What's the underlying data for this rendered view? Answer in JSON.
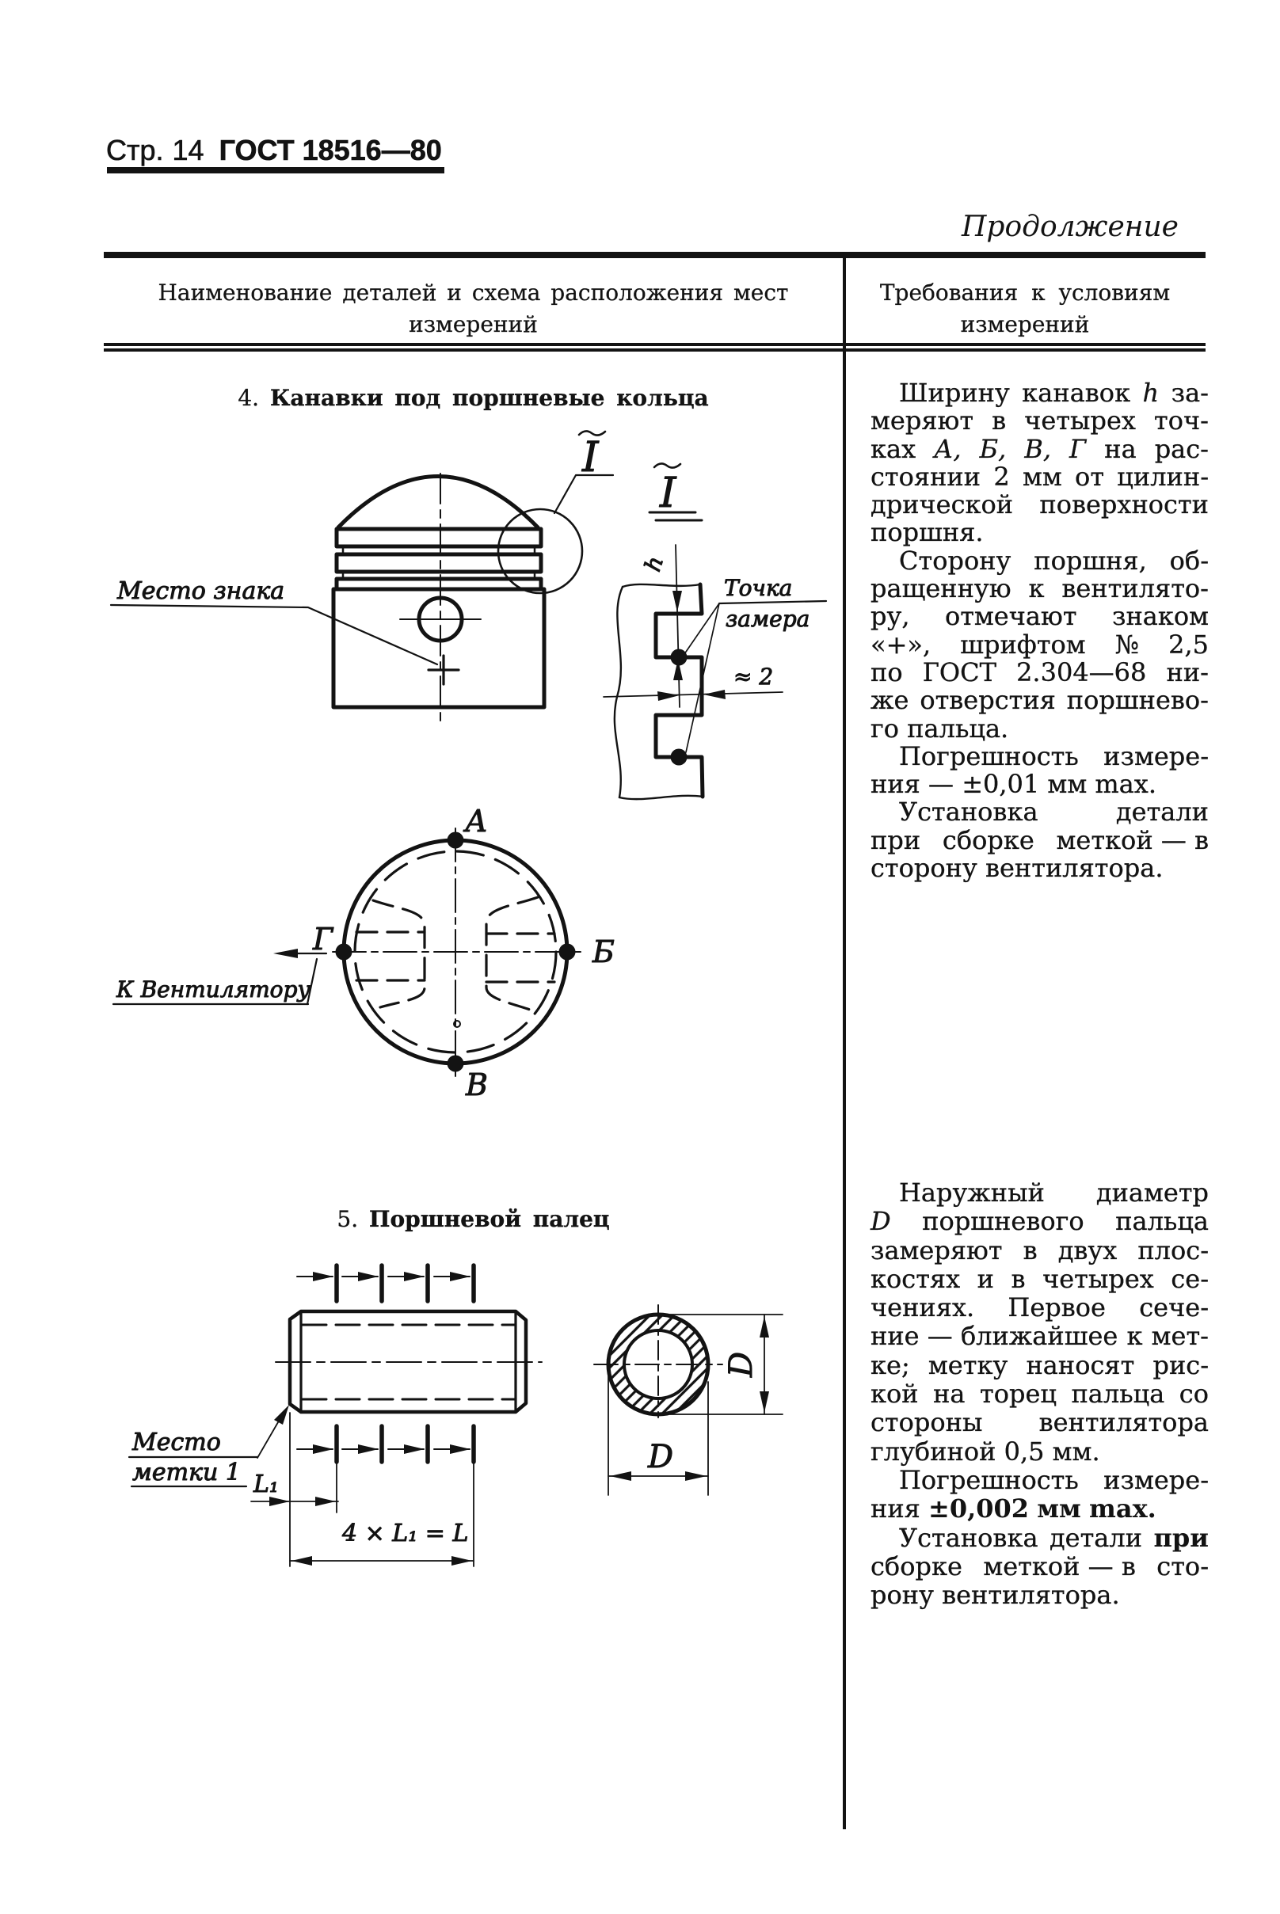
{
  "page": {
    "header_page": "Стр.",
    "header_page_num": "14",
    "header_doc": "ГОСТ 18516—80",
    "continuation": "Продолжение"
  },
  "table": {
    "col1_header": [
      "Наименование деталей и схема расположения мест",
      "измерений"
    ],
    "col2_header": [
      "Требования к условиям",
      "измерений"
    ]
  },
  "sections": [
    {
      "number": "4.",
      "title": "Канавки под поршневые кольца",
      "lines": [
        {
          "j": 1,
          "ind": 1,
          "w": [
            "Ширину",
            "канавок",
            {
              "t": "h",
              "s": "i"
            },
            "за-"
          ]
        },
        {
          "j": 1,
          "w": [
            "меряют",
            "в",
            "четырех",
            "точ-"
          ]
        },
        {
          "j": 1,
          "w": [
            "ках",
            {
              "t": "А,",
              "s": "i"
            },
            {
              "t": "Б,",
              "s": "i"
            },
            {
              "t": "В,",
              "s": "i"
            },
            {
              "t": "Г",
              "s": "i"
            },
            "на",
            "рас-"
          ]
        },
        {
          "j": 1,
          "w": [
            "стоянии",
            "2",
            "мм",
            "от",
            "цилин-"
          ]
        },
        {
          "j": 1,
          "w": [
            "дрической",
            "поверхности"
          ]
        },
        {
          "w": [
            "поршня."
          ]
        },
        {
          "j": 1,
          "ind": 1,
          "w": [
            "Сторону",
            "поршня,",
            "об-"
          ]
        },
        {
          "j": 1,
          "w": [
            "ращенную",
            "к",
            "вентилято-"
          ]
        },
        {
          "j": 1,
          "w": [
            "ру,",
            "отмечают",
            "знаком"
          ]
        },
        {
          "j": 1,
          "w": [
            "«+»,",
            "шрифтом",
            "№",
            "2,5"
          ]
        },
        {
          "j": 1,
          "w": [
            "по",
            "ГОСТ",
            "2.304—68",
            "ни-"
          ]
        },
        {
          "j": 1,
          "w": [
            "же",
            "отверстия",
            "поршнево-"
          ]
        },
        {
          "w": [
            "го",
            "пальца."
          ]
        },
        {
          "j": 1,
          "ind": 1,
          "w": [
            "Погрешность",
            "измере-"
          ]
        },
        {
          "w": [
            "ния",
            "—",
            "±0,01",
            "мм",
            "max."
          ]
        },
        {
          "j": 1,
          "ind": 1,
          "w": [
            "Установка",
            "детали"
          ]
        },
        {
          "j": 1,
          "w": [
            "при",
            "сборке",
            "меткой — в"
          ]
        },
        {
          "w": [
            "сторону",
            "вентилятора."
          ]
        }
      ]
    },
    {
      "number": "5.",
      "title": "Поршневой палец",
      "lines": [
        {
          "j": 1,
          "ind": 1,
          "w": [
            "Наружный",
            "диаметр"
          ]
        },
        {
          "j": 1,
          "w": [
            {
              "t": "D",
              "s": "i"
            },
            "поршневого",
            "пальца"
          ]
        },
        {
          "j": 1,
          "w": [
            "замеряют",
            "в",
            "двух",
            "плос-"
          ]
        },
        {
          "j": 1,
          "w": [
            "костях",
            "и",
            "в",
            "четырех",
            "се-"
          ]
        },
        {
          "j": 1,
          "w": [
            "чениях.",
            "Первое",
            "сече-"
          ]
        },
        {
          "j": 1,
          "w": [
            "ние — ближайшее",
            "к",
            "мет-"
          ]
        },
        {
          "j": 1,
          "w": [
            "ке;",
            "метку",
            "наносят",
            "рис-"
          ]
        },
        {
          "j": 1,
          "w": [
            "кой",
            "на",
            "торец",
            "пальца",
            "со"
          ]
        },
        {
          "j": 1,
          "w": [
            "стороны",
            "вентилятора"
          ]
        },
        {
          "w": [
            "глубиной",
            "0,5",
            "мм."
          ]
        },
        {
          "j": 1,
          "ind": 1,
          "w": [
            "Погрешность",
            "измере-"
          ]
        },
        {
          "w": [
            "ния",
            {
              "t": "±0,002",
              "s": "b"
            },
            {
              "t": "мм",
              "s": "b"
            },
            {
              "t": "max.",
              "s": "b"
            }
          ]
        },
        {
          "j": 1,
          "ind": 1,
          "w": [
            "Установка",
            "детали",
            {
              "t": "при",
              "s": "b"
            }
          ]
        },
        {
          "j": 1,
          "w": [
            "сборке",
            "меткой — в",
            "сто-"
          ]
        },
        {
          "w": [
            "рону",
            "вентилятора."
          ]
        }
      ]
    }
  ],
  "figures": {
    "piston": {
      "mark_label": "Место знака",
      "view_ref": "I",
      "detail_ref": "I",
      "depth_label": "h",
      "point_label_line1": "Точка",
      "point_label_line2": "замера",
      "offset_label": "≈ 2"
    },
    "piston_top": {
      "point_a": "А",
      "point_b": "Б",
      "point_v": "В",
      "point_g": "Г",
      "fan_label": "К Вентилятору"
    },
    "pin": {
      "mark_label_line1": "Место",
      "mark_label_line2": "метки 1",
      "l1_label": "L₁",
      "length_label": "4 × L₁ = L"
    },
    "pin_section": {
      "diameter_vertical": "D",
      "diameter_horizontal": "D"
    }
  }
}
